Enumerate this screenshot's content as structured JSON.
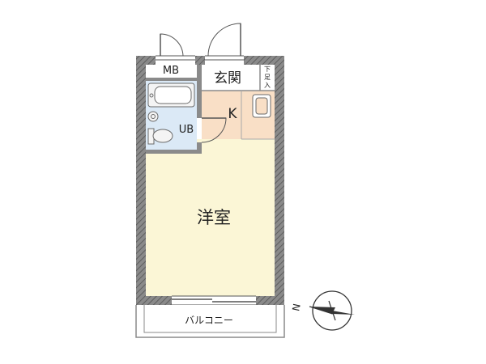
{
  "rooms": {
    "mb": "MB",
    "genkan": "玄関",
    "getabako": [
      "下",
      "足",
      "入"
    ],
    "kitchen": "K",
    "ub": "UB",
    "youshitsu": "洋室",
    "balcony": "バルコニー"
  },
  "compass": {
    "north_label": "N"
  },
  "colors": {
    "wall": "#8a8a8a",
    "wall_dark": "#6e6e6e",
    "room_floor": "#fbf6d6",
    "kitchen_floor": "#f9dfc6",
    "bath_floor": "#dbe9f6",
    "fixture_fill": "#f4f4f4",
    "fixture_stroke": "#6a6a6a"
  }
}
